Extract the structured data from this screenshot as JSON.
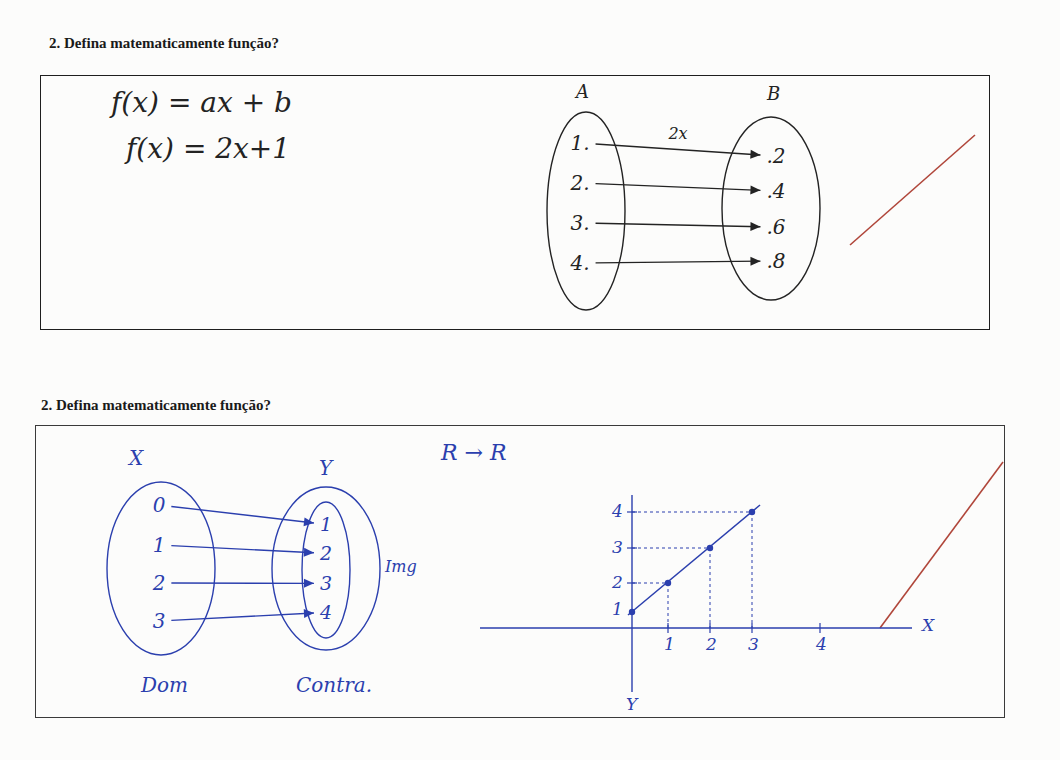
{
  "diagram": {
    "nodes": [
      {
        "text": [
          "2. Defina matematicamente função?",
          "f(x) = ax + b",
          "f(x) = 2x+1"
        ]
      },
      {
        "text": [
          "A"
        ],
        "in": 0
      },
      {
        "text": [
          "1."
        ],
        "in": 1
      },
      {
        "text": [
          "2."
        ],
        "in": 1
      },
      {
        "text": [
          "3."
        ],
        "in": 1
      },
      {
        "text": [
          "4."
        ],
        "in": 1
      },
      {
        "text": [
          "B"
        ],
        "in": 0
      },
      {
        "text": [
          ".2"
        ],
        "in": 6
      },
      {
        "text": [
          ".4"
        ],
        "in": 6
      },
      {
        "text": [
          ".6"
        ],
        "in": 6
      },
      {
        "text": [
          ".8"
        ],
        "in": 6
      },
      {
        "text": [
          "2. Defina matematicamente função?",
          "R → R"
        ]
      },
      {
        "text": [
          "X",
          "Dom"
        ],
        "in": 11
      },
      {
        "text": [
          "0"
        ],
        "in": 12
      },
      {
        "text": [
          "1"
        ],
        "in": 12
      },
      {
        "text": [
          "2"
        ],
        "in": 12
      },
      {
        "text": [
          "3"
        ],
        "in": 12
      },
      {
        "text": [
          "Y",
          "Contra."
        ],
        "in": 11
      },
      {
        "text": [
          "Img"
        ],
        "in": 17
      },
      {
        "text": [
          "1"
        ],
        "in": 18
      },
      {
        "text": [
          "2"
        ],
        "in": 18
      },
      {
        "text": [
          "3"
        ],
        "in": 18
      },
      {
        "text": [
          "4"
        ],
        "in": 18
      }
    ],
    "edges": [
      {
        "from": 2,
        "to": 7,
        "arrow": "to",
        "label": "2x"
      },
      {
        "from": 3,
        "to": 8,
        "arrow": "to"
      },
      {
        "from": 4,
        "to": 9,
        "arrow": "to"
      },
      {
        "from": 5,
        "to": 10,
        "arrow": "to"
      },
      {
        "from": 13,
        "to": 19,
        "arrow": "to"
      },
      {
        "from": 14,
        "to": 20,
        "arrow": "to"
      },
      {
        "from": 15,
        "to": 21,
        "arrow": "to"
      },
      {
        "from": 16,
        "to": 22,
        "arrow": "to"
      }
    ],
    "labels": [
      "4",
      "3",
      "2",
      "1",
      "1",
      "2",
      "3",
      "4",
      "X",
      "Y"
    ]
  }
}
